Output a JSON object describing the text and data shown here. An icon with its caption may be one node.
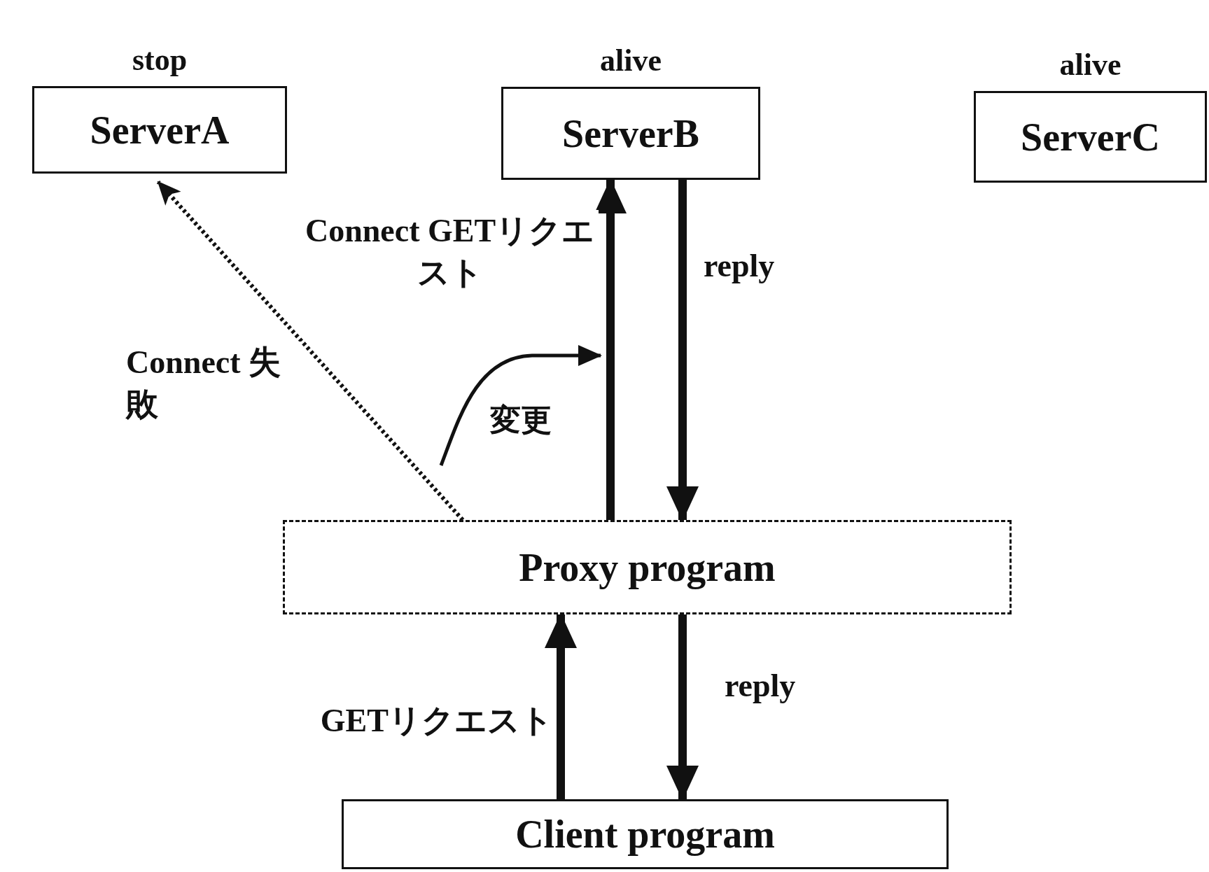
{
  "diagram": {
    "nodes": [
      {
        "text": [
          "stop",
          "ServerA"
        ]
      },
      {
        "text": [
          "alive",
          "ServerB"
        ]
      },
      {
        "text": [
          "alive",
          "ServerC"
        ]
      },
      {
        "text": [
          "Proxy program"
        ]
      },
      {
        "text": [
          "Client program"
        ]
      }
    ],
    "edges": [
      {
        "from": 3,
        "to": 0,
        "arrow": "to",
        "label": "Connect 失敗",
        "style": "dashed"
      },
      {
        "from": 3,
        "to": 1,
        "arrow": "to",
        "label": "Connect GETリクエスト"
      },
      {
        "from": 1,
        "to": 3,
        "arrow": "to",
        "label": "reply"
      },
      {
        "from": 4,
        "to": 3,
        "arrow": "to",
        "label": "GETリクエスト"
      },
      {
        "from": 3,
        "to": 4,
        "arrow": "to",
        "label": "reply"
      }
    ],
    "labels": [
      "変更"
    ]
  }
}
